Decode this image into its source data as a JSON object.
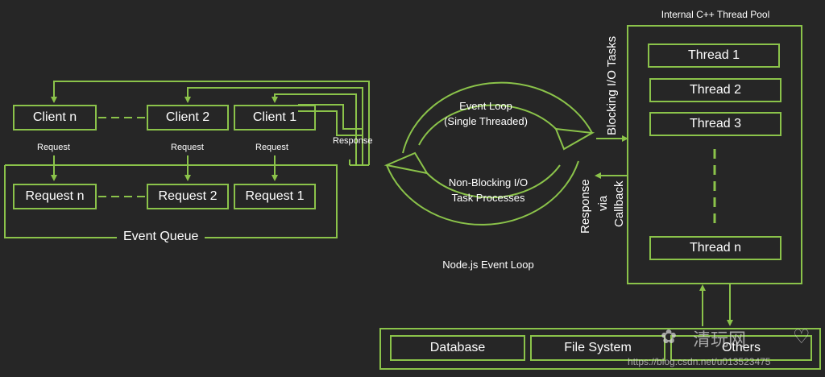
{
  "colors": {
    "accent": "#8bc34a",
    "background": "#262626",
    "text": "#ffffff"
  },
  "clients": {
    "n": "Client n",
    "c2": "Client 2",
    "c1": "Client 1"
  },
  "requests": {
    "n": "Request n",
    "r2": "Request 2",
    "r1": "Request 1"
  },
  "request_label": "Request",
  "response_label": "Response",
  "event_queue_label": "Event Queue",
  "event_loop": {
    "title_line1": "Event Loop",
    "title_line2": "(Single Threaded)",
    "nb_line1": "Non-Blocking I/O",
    "nb_line2": "Task Processes",
    "caption": "Node.js Event Loop"
  },
  "blocking_label": "Blocking I/O Tasks",
  "callback": {
    "line1": "Response",
    "line2": "via",
    "line3": "Callback"
  },
  "thread_pool": {
    "title": "Internal C++ Thread Pool",
    "threads": [
      "Thread 1",
      "Thread 2",
      "Thread 3",
      "Thread n"
    ]
  },
  "resources": [
    "Database",
    "File System",
    "Others"
  ],
  "watermark": {
    "url": "https://blog.csdn.net/u013523475",
    "brand": "清玩网"
  }
}
